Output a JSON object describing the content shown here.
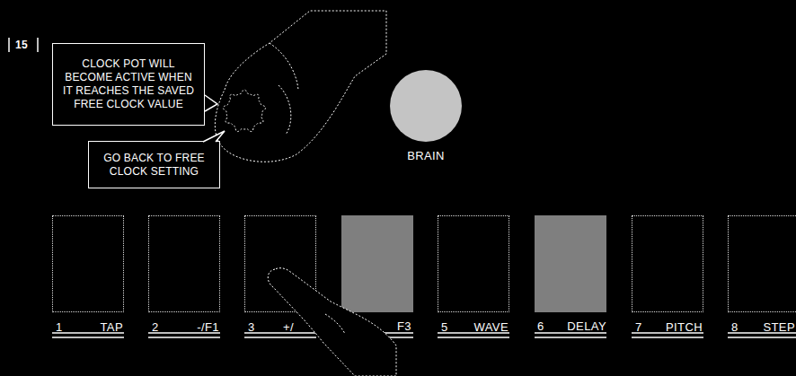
{
  "diagram": {
    "nodes": [
      {
        "text": [
          "CLOCK POT WILL BECOME ACTIVE WHEN IT REACHES THE SAVED FREE CLOCK VALUE"
        ]
      },
      {
        "text": [
          "BRAIN"
        ]
      },
      {
        "text": [
          "GO BACK TO FREE CLOCK SETTING"
        ]
      },
      {
        "text": [
          "1",
          "TAP"
        ]
      },
      {
        "text": [
          "2",
          "-/F1"
        ]
      },
      {
        "text": [
          "3",
          "+/"
        ]
      },
      {
        "text": [
          "F3"
        ]
      },
      {
        "text": [
          "5",
          "WAVE"
        ]
      },
      {
        "text": [
          "6",
          "DELAY"
        ]
      },
      {
        "text": [
          "7",
          "PITCH"
        ]
      },
      {
        "text": [
          "8",
          "STEP"
        ]
      }
    ],
    "labels": [
      "15"
    ]
  }
}
